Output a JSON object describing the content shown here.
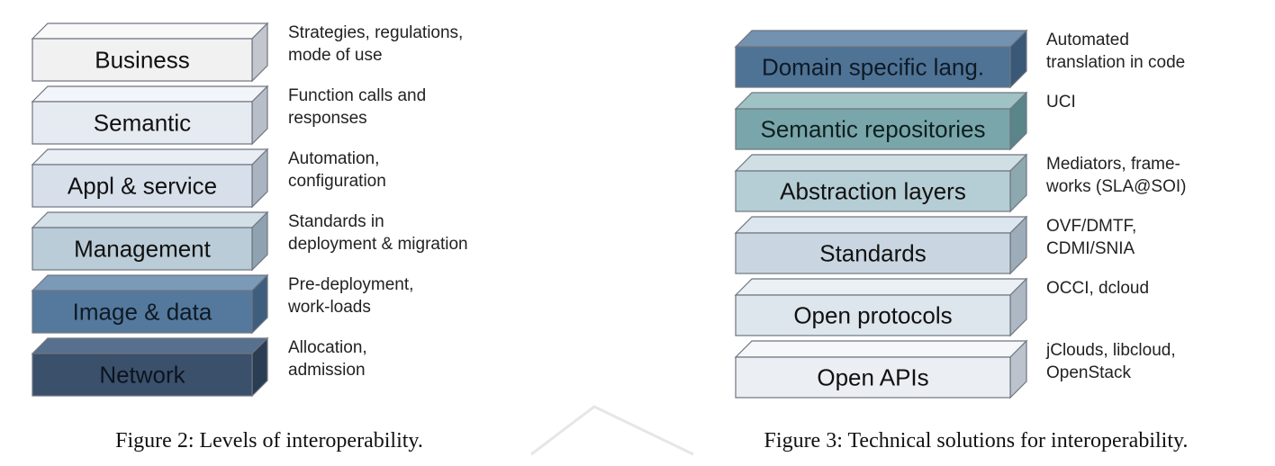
{
  "figure2": {
    "caption": "Figure 2: Levels of interoperability.",
    "layers": [
      {
        "label": "Business",
        "description": [
          "Strategies, regulations,",
          "mode of use"
        ],
        "front": "#f1f1f1",
        "top": "#f9f9f9",
        "side": "#c3c6cc",
        "text": "#111111"
      },
      {
        "label": "Semantic",
        "description": [
          "Function calls and",
          "responses"
        ],
        "front": "#e6ebf2",
        "top": "#f2f5f9",
        "side": "#b8bec8",
        "text": "#111111"
      },
      {
        "label": "Appl & service",
        "description": [
          "Automation,",
          "configuration"
        ],
        "front": "#d7e0ea",
        "top": "#e8eef4",
        "side": "#aab3c0",
        "text": "#111111"
      },
      {
        "label": "Management",
        "description": [
          "Standards in",
          "deployment  & migration"
        ],
        "front": "#b9ccd7",
        "top": "#d2dfe7",
        "side": "#8fa2b0",
        "text": "#111111"
      },
      {
        "label": "Image & data",
        "description": [
          "Pre-deployment,",
          "work-loads"
        ],
        "front": "#55799c",
        "top": "#7b9ab8",
        "side": "#3f5e7d",
        "text": "#0e1a26"
      },
      {
        "label": "Network",
        "description": [
          "Allocation,",
          "admission"
        ],
        "front": "#3b506a",
        "top": "#56708d",
        "side": "#2b3d52",
        "text": "#0b1420"
      }
    ]
  },
  "figure3": {
    "caption": "Figure 3: Technical solutions for interoperability.",
    "layers": [
      {
        "label": "Domain specific lang.",
        "description": [
          "Automated",
          "translation  in code"
        ],
        "front": "#4f7395",
        "top": "#7392b0",
        "side": "#3a5877",
        "text": "#0e1a26"
      },
      {
        "label": "Semantic repositories",
        "description": [
          "UCI"
        ],
        "front": "#79a6aa",
        "top": "#9fc2c5",
        "side": "#5a8689",
        "text": "#0f1f20"
      },
      {
        "label": "Abstraction layers",
        "description": [
          "Mediators, frame-",
          "works (SLA@SOI)"
        ],
        "front": "#b5cdd4",
        "top": "#cfdfe4",
        "side": "#8ea8b0",
        "text": "#111111"
      },
      {
        "label": "Standards",
        "description": [
          "OVF/DMTF,",
          "CDMI/SNIA"
        ],
        "front": "#c9d6e1",
        "top": "#dce6ee",
        "side": "#9cacb9",
        "text": "#111111"
      },
      {
        "label": "Open protocols",
        "description": [
          "OCCI, dcloud"
        ],
        "front": "#dde5ed",
        "top": "#ebf0f5",
        "side": "#aeb8c4",
        "text": "#111111"
      },
      {
        "label": "Open APIs",
        "description": [
          "jClouds, libcloud,",
          "OpenStack"
        ],
        "front": "#ebeff3",
        "top": "#f5f7f9",
        "side": "#bcc3cc",
        "text": "#111111"
      }
    ]
  }
}
